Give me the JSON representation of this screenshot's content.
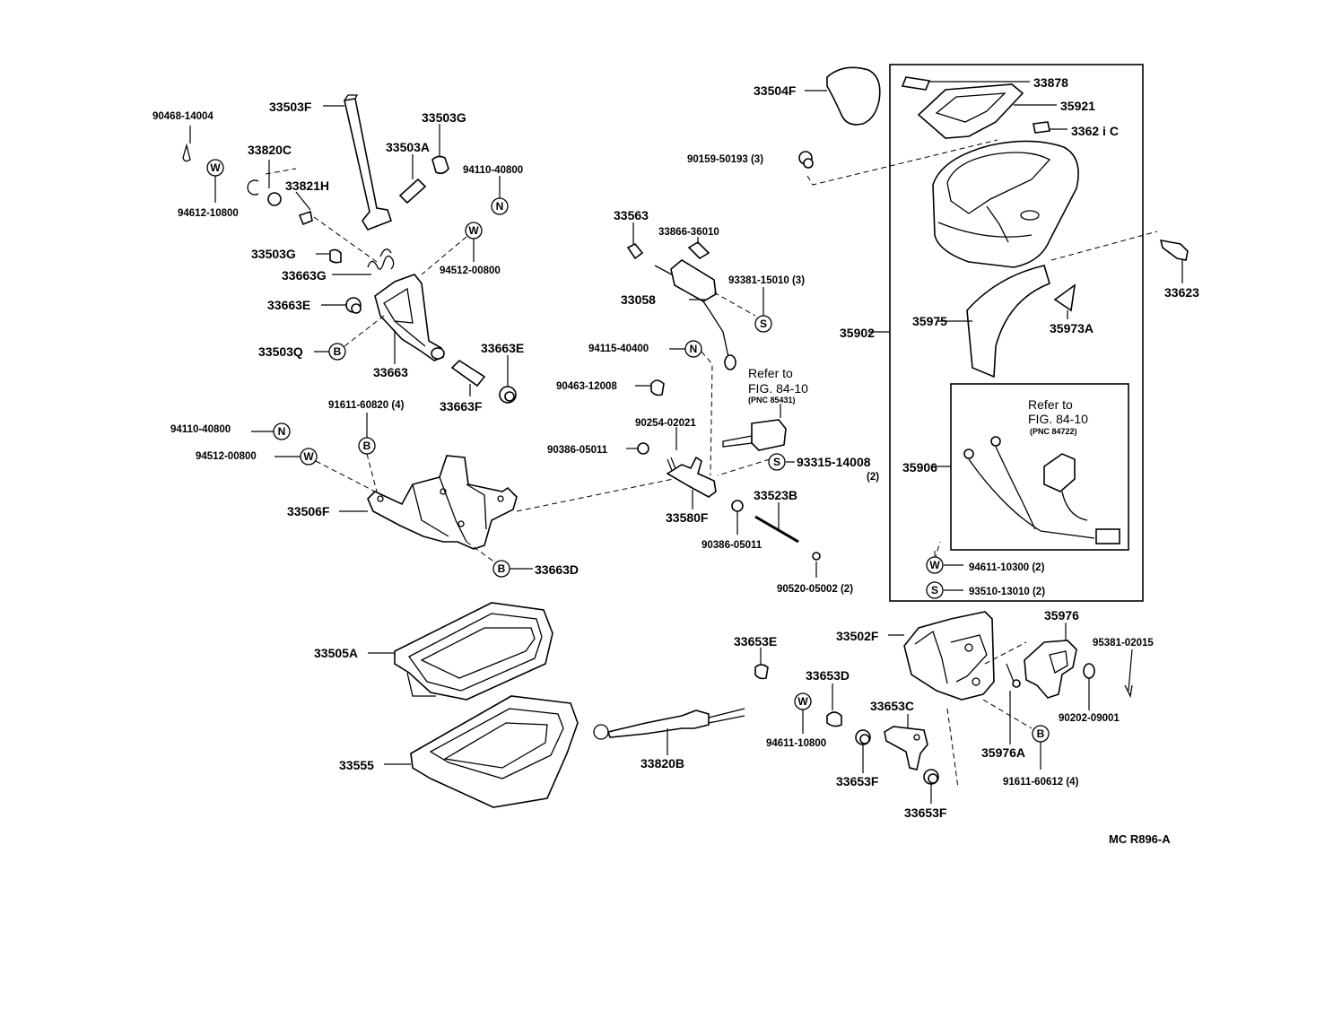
{
  "labels": {
    "p33504F": "33504F",
    "p33878": "33878",
    "p35921": "35921",
    "p33621C": "3362 i C",
    "p90159": "90159-50193 (3)",
    "p33623": "33623",
    "p35975": "35975",
    "p35973A": "35973A",
    "p35902": "35902",
    "p35906": "35906",
    "p94611_10300": "94611-10300 (2)",
    "p93510": "93510-13010 (2)",
    "p90468": "90468-14004",
    "p33503F": "33503F",
    "p33503G_top": "33503G",
    "p33820C": "33820C",
    "p33503A": "33503A",
    "p94110_top": "94110-40800",
    "p33821H": "33821H",
    "p94612": "94612-10800",
    "p33503G": "33503G",
    "p33663G": "33663G",
    "p94512_top": "94512-00800",
    "p33663E_left": "33663E",
    "p33503Q": "33503Q",
    "p33663": "33663",
    "p33663E_right": "33663E",
    "p33663F": "33663F",
    "p91611_60820": "91611-60820 (4)",
    "p94110_left": "94110-40800",
    "p94512_left": "94512-00800",
    "p33506F": "33506F",
    "p33663D": "33663D",
    "p33563": "33563",
    "p33866": "33866-36010",
    "p93381": "93381-15010 (3)",
    "p33058": "33058",
    "p94115": "94115-40400",
    "p90463": "90463-12008",
    "p90254": "90254-02021",
    "p90386_top": "90386-05011",
    "p93315": "93315-14008",
    "p93315_qty": "(2)",
    "p33580F": "33580F",
    "p33523B": "33523B",
    "p90386_bottom": "90386-05011",
    "p90520": "90520-05002 (2)",
    "p33505A": "33505A",
    "p33555": "33555",
    "p33820B": "33820B",
    "p33653E": "33653E",
    "p33653D": "33653D",
    "p94611_10800": "94611-10800",
    "p33653C": "33653C",
    "p33653F_left": "33653F",
    "p33653F_right": "33653F",
    "p33502F": "33502F",
    "p35976": "35976",
    "p95381": "95381-02015",
    "p35976A": "35976A",
    "p90202": "90202-09001",
    "p91611_60612": "91611-60612 (4)"
  },
  "references": {
    "ref1_line1": "Refer to",
    "ref1_line2": "FIG. 84-10",
    "ref1_pnc": "(PNC 85431)",
    "ref2_line1": "Refer to",
    "ref2_line2": "FIG. 84-10",
    "ref2_pnc": "(PNC 84722)"
  },
  "symbols": {
    "W": "W",
    "N": "N",
    "B": "B",
    "S": "S"
  },
  "diagram_code": "MC  R896-A"
}
